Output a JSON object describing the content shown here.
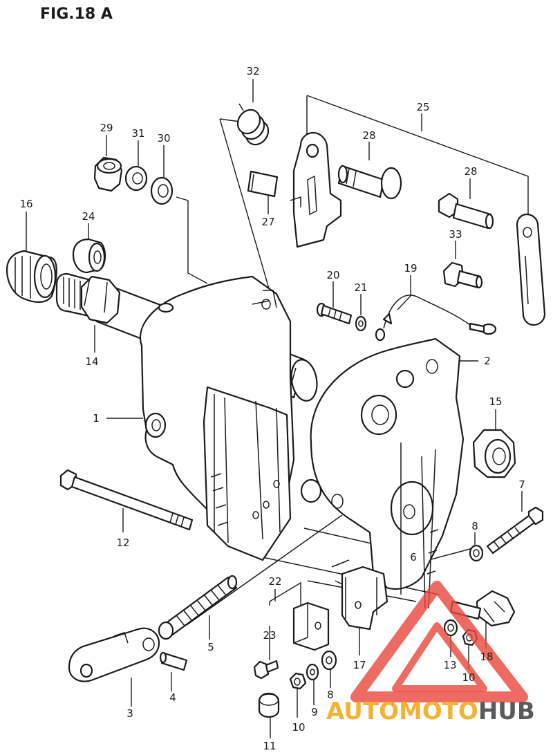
{
  "figure": {
    "title": "FIG.18 A"
  },
  "callouts": [
    {
      "id": "c1",
      "label": "1"
    },
    {
      "id": "c2",
      "label": "2"
    },
    {
      "id": "c3",
      "label": "3"
    },
    {
      "id": "c4",
      "label": "4"
    },
    {
      "id": "c5",
      "label": "5"
    },
    {
      "id": "c6",
      "label": "6"
    },
    {
      "id": "c7",
      "label": "7"
    },
    {
      "id": "c8a",
      "label": "8"
    },
    {
      "id": "c8b",
      "label": "8"
    },
    {
      "id": "c9",
      "label": "9"
    },
    {
      "id": "c10a",
      "label": "10"
    },
    {
      "id": "c10b",
      "label": "10"
    },
    {
      "id": "c11",
      "label": "11"
    },
    {
      "id": "c12",
      "label": "12"
    },
    {
      "id": "c13",
      "label": "13"
    },
    {
      "id": "c14",
      "label": "14"
    },
    {
      "id": "c15",
      "label": "15"
    },
    {
      "id": "c16",
      "label": "16"
    },
    {
      "id": "c17",
      "label": "17"
    },
    {
      "id": "c18",
      "label": "18"
    },
    {
      "id": "c19",
      "label": "19"
    },
    {
      "id": "c20",
      "label": "20"
    },
    {
      "id": "c21",
      "label": "21"
    },
    {
      "id": "c22",
      "label": "22"
    },
    {
      "id": "c23",
      "label": "23"
    },
    {
      "id": "c24",
      "label": "24"
    },
    {
      "id": "c25",
      "label": "25"
    },
    {
      "id": "c27",
      "label": "27"
    },
    {
      "id": "c28a",
      "label": "28"
    },
    {
      "id": "c28b",
      "label": "28"
    },
    {
      "id": "c29",
      "label": "29"
    },
    {
      "id": "c30",
      "label": "30"
    },
    {
      "id": "c31",
      "label": "31"
    },
    {
      "id": "c32",
      "label": "32"
    },
    {
      "id": "c33",
      "label": "33"
    }
  ],
  "watermark": {
    "part1": "AUTO",
    "part2": "MOTO",
    "part3": "HUB",
    "colors": {
      "red": "#e8463c",
      "orange": "#f2b233",
      "gray": "#5a5a5a"
    }
  }
}
